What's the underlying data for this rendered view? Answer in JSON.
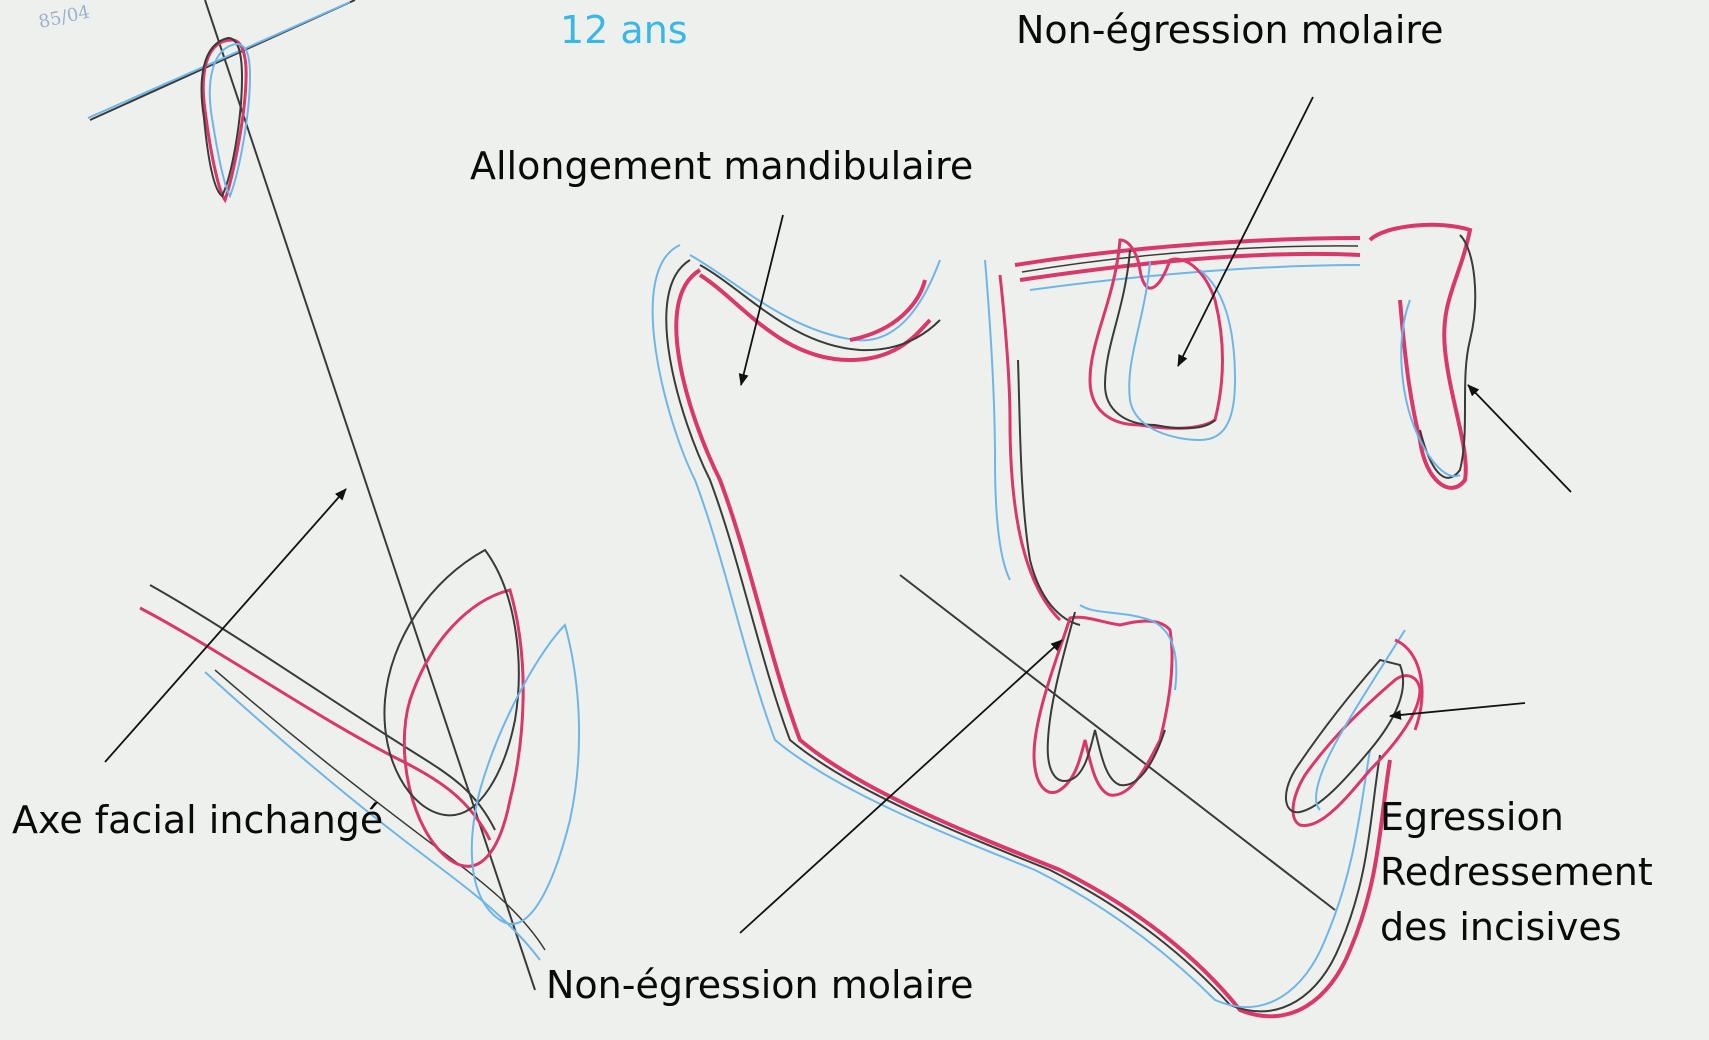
{
  "page": {
    "background_color": "#eef0ee"
  },
  "annotations": {
    "age": "12 ans",
    "top_right": "Non-égression molaire",
    "center_top": "Allongement mandibulaire",
    "bottom_left": "Axe facial inchangé",
    "bottom_center": "Non-égression molaire",
    "bottom_right": [
      "Egression",
      "Redressement",
      "des incisives"
    ]
  },
  "colors": {
    "trace_red": "#d8386a",
    "trace_blue": "#6fb6e6",
    "trace_dark": "#3a3a3a",
    "age_text": "#38b8e6",
    "label_text": "#0a0a0a"
  }
}
